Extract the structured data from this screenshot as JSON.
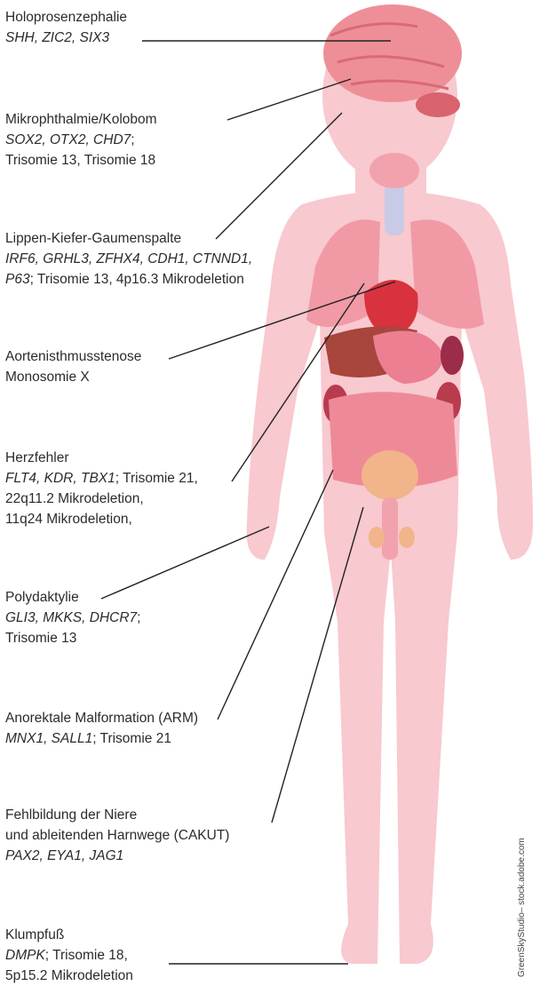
{
  "figure": {
    "body_color": "#f8c9cf",
    "line_color": "#222222",
    "organ_colors": {
      "brain": "#ee8f97",
      "thyroid": "#f2a2ad",
      "lungs": "#f19aa6",
      "heart": "#d8323f",
      "liver": "#a8453d",
      "stomach": "#ec7f92",
      "intestine": "#ee8a98",
      "bladder": "#f2b48a",
      "kidney": "#b93b4e",
      "spleen": "#9c2d4a"
    }
  },
  "annotations": [
    {
      "title": "Holoprosenzephalie",
      "parts": [
        {
          "text": "SHH, ZIC2, SIX3",
          "italic": true
        }
      ]
    },
    {
      "title": "Mikrophthalmie/Kolobom",
      "parts": [
        {
          "text": "SOX2, OTX2, CHD7",
          "italic": true
        },
        {
          "text": ";",
          "italic": false
        },
        {
          "text": "\nTrisomie 13, Trisomie 18",
          "italic": false
        }
      ]
    },
    {
      "title": "Lippen-Kiefer-Gaumenspalte",
      "parts": [
        {
          "text": "IRF6, GRHL3, ZFHX4, CDH1, CTNND1,\nP63",
          "italic": true
        },
        {
          "text": "; Trisomie 13, 4p16.3 Mikrodeletion",
          "italic": false
        }
      ]
    },
    {
      "title": "Aortenisthmusstenose",
      "parts": [
        {
          "text": "Monosomie X",
          "italic": false
        }
      ]
    },
    {
      "title": "Herzfehler",
      "parts": [
        {
          "text": "FLT4, KDR, TBX1",
          "italic": true
        },
        {
          "text": "; Trisomie 21,\n22q11.2 Mikrodeletion,\n11q24 Mikrodeletion,",
          "italic": false
        }
      ]
    },
    {
      "title": "Polydaktylie",
      "parts": [
        {
          "text": "GLI3, MKKS, DHCR7",
          "italic": true
        },
        {
          "text": ";\nTrisomie 13",
          "italic": false
        }
      ]
    },
    {
      "title": "Anorektale Malformation (ARM)",
      "parts": [
        {
          "text": "MNX1, SALL1",
          "italic": true
        },
        {
          "text": "; Trisomie 21",
          "italic": false
        }
      ]
    },
    {
      "title": "Fehlbildung der Niere\nund ableitenden Harnwege (CAKUT)",
      "parts": [
        {
          "text": "PAX2, EYA1, JAG1",
          "italic": true
        }
      ]
    },
    {
      "title": "Klumpfuß",
      "parts": [
        {
          "text": "DMPK",
          "italic": true
        },
        {
          "text": "; Trisomie 18,\n5p15.2 Mikrodeletion",
          "italic": false
        }
      ]
    }
  ],
  "credit": "GreenSkyStudio– stock.adobe.com"
}
